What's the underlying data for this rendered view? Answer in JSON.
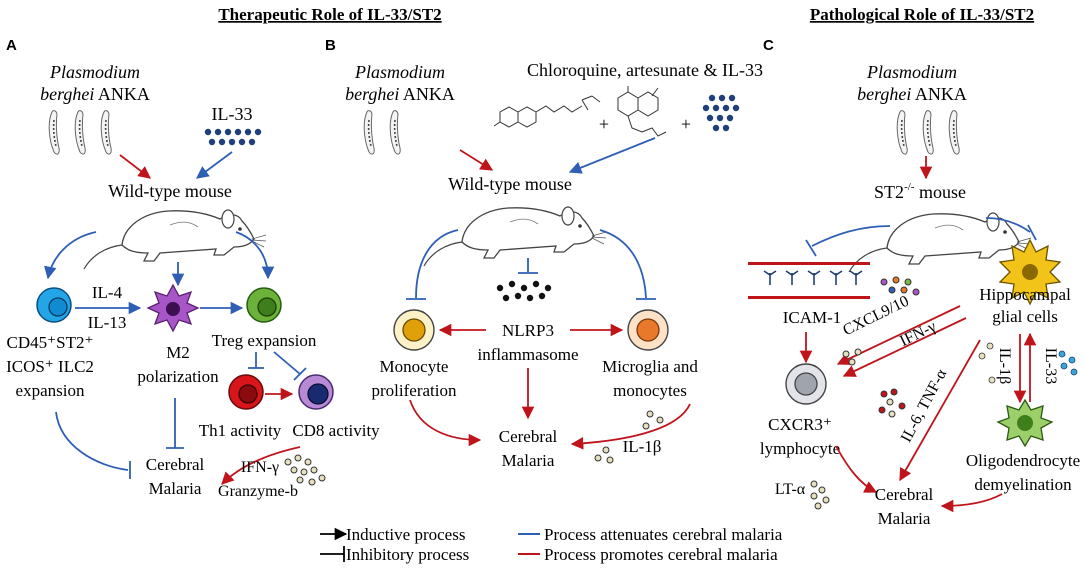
{
  "headers": {
    "therapeutic": "Therapeutic Role of IL-33/ST2",
    "pathological": "Pathological Role of IL-33/ST2"
  },
  "panels": {
    "a": {
      "letter": "A",
      "parasite_line1": "Plasmodium",
      "parasite_line2_italic": "berghei",
      "parasite_line2_rest": " ANKA",
      "cytokine": "IL-33",
      "mouse": "Wild-type mouse",
      "ilc2_line1": "CD45⁺ST2⁺",
      "ilc2_line2": "ICOS⁺ ILC2",
      "ilc2_line3": "expansion",
      "il4": "IL-4",
      "il13": "IL-13",
      "m2_line1": "M2",
      "m2_line2": "polarization",
      "treg": "Treg expansion",
      "th1": "Th1 activity",
      "cd8": "CD8 activity",
      "ifn": "IFN-γ",
      "granzyme": "Granzyme-b",
      "outcome_line1": "Cerebral",
      "outcome_line2": "Malaria"
    },
    "b": {
      "letter": "B",
      "parasite_line1": "Plasmodium",
      "parasite_line2_italic": "berghei",
      "parasite_line2_rest": " ANKA",
      "drugs": "Chloroquine, artesunate & IL-33",
      "plus": "+",
      "mouse": "Wild-type mouse",
      "nlrp3_line1": "NLRP3",
      "nlrp3_line2": "inflammasome",
      "mono_line1": "Monocyte",
      "mono_line2": "proliferation",
      "micro_line1": "Microglia and",
      "micro_line2": "monocytes",
      "il1b": "IL-1β",
      "outcome_line1": "Cerebral",
      "outcome_line2": "Malaria"
    },
    "c": {
      "letter": "C",
      "parasite_line1": "Plasmodium",
      "parasite_line2_italic": "berghei",
      "parasite_line2_rest": " ANKA",
      "mouse_prefix": "ST2",
      "mouse_sup": "-/-",
      "mouse_suffix": " mouse",
      "icam": "ICAM-1",
      "cxcl": "CXCL9/10",
      "ifn": "IFN-γ",
      "hippo_line1": "Hippocampal",
      "hippo_line2": "glial cells",
      "il1b": "IL-1β",
      "il33": "IL-33",
      "cxcr3_line1": "CXCR3⁺",
      "cxcr3_line2": "lymphocyte",
      "il6": "IL-6, TNF-α",
      "lta": "LT-α",
      "oligo_line1": "Oligodendrocyte",
      "oligo_line2": "demyelination",
      "outcome_line1": "Cerebral",
      "outcome_line2": "Malaria"
    }
  },
  "legend": {
    "inductive": "Inductive process",
    "inhibitory": "Inhibitory process",
    "attenuates": "Process attenuates cerebral malaria",
    "promotes": "Process promotes cerebral malaria"
  },
  "colors": {
    "blue": "#2e5fb5",
    "red": "#c0141b",
    "black": "#000000",
    "ilc2_cell": "#22a6e8",
    "m2_cell": "#a855c8",
    "treg_cell": "#6ab23a",
    "th1_cell": "#d8151b",
    "cd8_cell": "#b88ad6",
    "monocyte_cell": "#e0a00a",
    "microglia_cell": "#e8782a",
    "lymphocyte_cell": "#a0a4ac",
    "glial_cell": "#f2c41a",
    "oligo_cell": "#7ab648",
    "icam_bar": "#c0141b"
  }
}
